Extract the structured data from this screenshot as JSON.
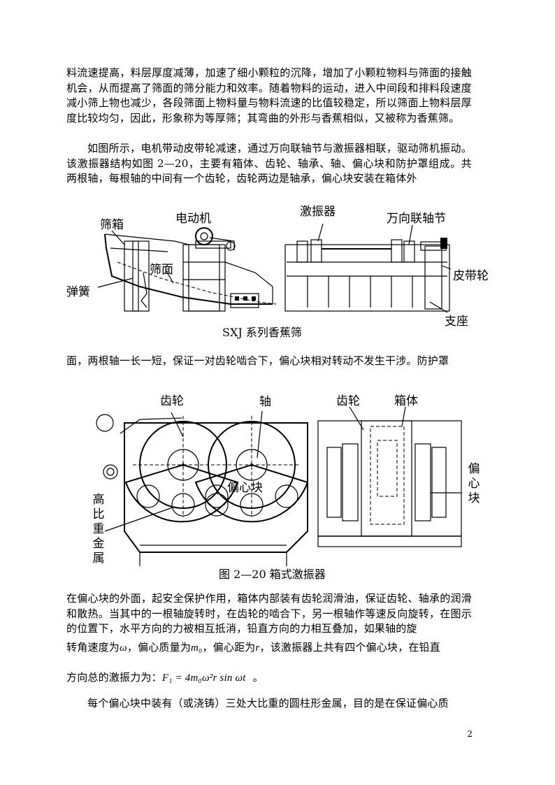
{
  "paragraphs": {
    "p1": "料流速提高，料层厚度减薄，加速了细小颗粒的沉降，增加了小颗粒物料与筛面的接触机会，从而提高了筛面的筛分能力和效率。随着物料的运动，进入中间段和排料段速度减小筛上物也减少，各段筛面上物料量与物料流速的比值较稳定，所以筛面上物料层厚度比较均匀，因此，形象称为等厚筛；其弯曲的外形与香蕉相似，又被称为香蕉筛。",
    "p2": "如图所示，电机带动皮带轮减速，通过万向联轴节与激振器相联，驱动筛机振动。该激振器结构如图 2—20，主要有箱体、齿轮、轴承、轴、偏心块和防护罩组成。共两根轴，每根轴的中间有一个齿轮，齿轮两边是轴承，偏心块安装在箱体外",
    "p3": "面，两根轴一长一短，保证一对齿轮啮合下，偏心块相对转动不发生干涉。防护罩",
    "p4": "在偏心块的外面，起安全保护作用，箱体内部装有齿轮润滑油，保证齿轮、轴承的润滑和散热。当其中的一根轴旋转时，在齿轮的啮合下，另一根轴作等速反向旋转，在图示的位置下，水平方向的力被相互抵消，铅直方向的力相互叠加，如果轴的旋",
    "p5_a": "转角速度为",
    "p5_omega": "ω",
    "p5_b": "，偏心质量为",
    "p5_m0": "m₀",
    "p5_c": "，偏心距为",
    "p5_r": "r",
    "p5_d": "，该激振器上共有四个偏心块，在铅直",
    "p6_a": "方向总的激振力为：",
    "p6_formula": "F₁ = 4m₀ω²r sin ωt",
    "p6_b": "。",
    "p7": "每个偏心块中装有（或浇铸）三处大比重的圆柱形金属，目的是在保证偏心质"
  },
  "figure1": {
    "labels": {
      "screen_box": "筛箱",
      "motor": "电动机",
      "exciter": "激振器",
      "cardan": "万向联轴节",
      "screen_surface": "筛面",
      "pulley": "皮带轮",
      "spring": "弹簧",
      "support": "支座"
    },
    "caption": "SXJ 系列香蕉筛"
  },
  "figure2": {
    "labels": {
      "gear_left": "齿轮",
      "shaft": "轴",
      "gear_right": "齿轮",
      "box": "箱体",
      "eccentric_center": "偏心块",
      "eccentric_side": "偏心块",
      "heavy_metal": "高比重金属"
    },
    "caption": "图 2—20 箱式激振器"
  },
  "page_number": "2"
}
